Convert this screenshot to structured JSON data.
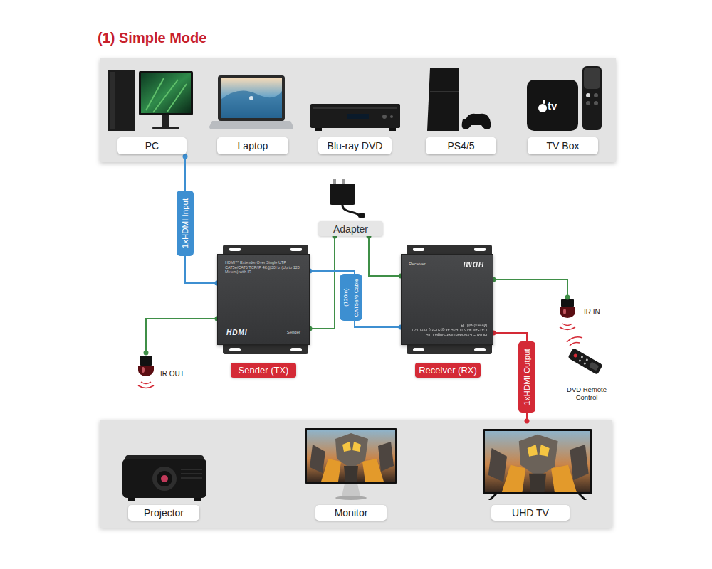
{
  "diagram": {
    "title": "(1) Simple Mode",
    "nodes": [
      {
        "text": [
          "PC"
        ]
      },
      {
        "text": [
          "Laptop"
        ]
      },
      {
        "text": [
          "Blu-ray DVD"
        ]
      },
      {
        "text": [
          "PS4/5"
        ]
      },
      {
        "text": [
          "TV Box"
        ]
      },
      {
        "text": [
          "Adapter"
        ]
      },
      {
        "text": [
          "Sender (TX)",
          "HDMI™ Extender Over Single UTP CAT5e/CAT6 TCP/IP 4K@30Hz (Up to 120 Meters) with IR",
          "HDMI",
          "Sender"
        ]
      },
      {
        "text": [
          "Receiver (RX)",
          "Receiver",
          "HDMI",
          "HDMI™ Extender Over Single UTP CAT5e/CAT6 TCP/IP 4K@30Hz (Up to 120 Meters) with IR"
        ]
      },
      {
        "text": [
          "IR IN"
        ]
      },
      {
        "text": [
          "IR OUT"
        ]
      },
      {
        "text": [
          "DVD Remote Control"
        ]
      },
      {
        "text": [
          "Projector"
        ]
      },
      {
        "text": [
          "Monitor"
        ]
      },
      {
        "text": [
          "UHD TV"
        ]
      }
    ],
    "edges": [
      {
        "from": 0,
        "to": 6,
        "label": "1xHDMI Input",
        "arrow": "none"
      },
      {
        "from": 5,
        "to": 6,
        "arrow": "none"
      },
      {
        "from": 5,
        "to": 7,
        "arrow": "none"
      },
      {
        "from": 6,
        "to": 7,
        "label": "CAT5e/6 Cable",
        "arrow": "none"
      },
      {
        "from": 6,
        "to": 9,
        "arrow": "none"
      },
      {
        "from": 7,
        "to": 8,
        "arrow": "none"
      },
      {
        "from": 7,
        "to": 13,
        "label": "1xHDMI Output",
        "arrow": "none"
      }
    ],
    "labels": [
      "(120m)",
      "tv"
    ]
  }
}
